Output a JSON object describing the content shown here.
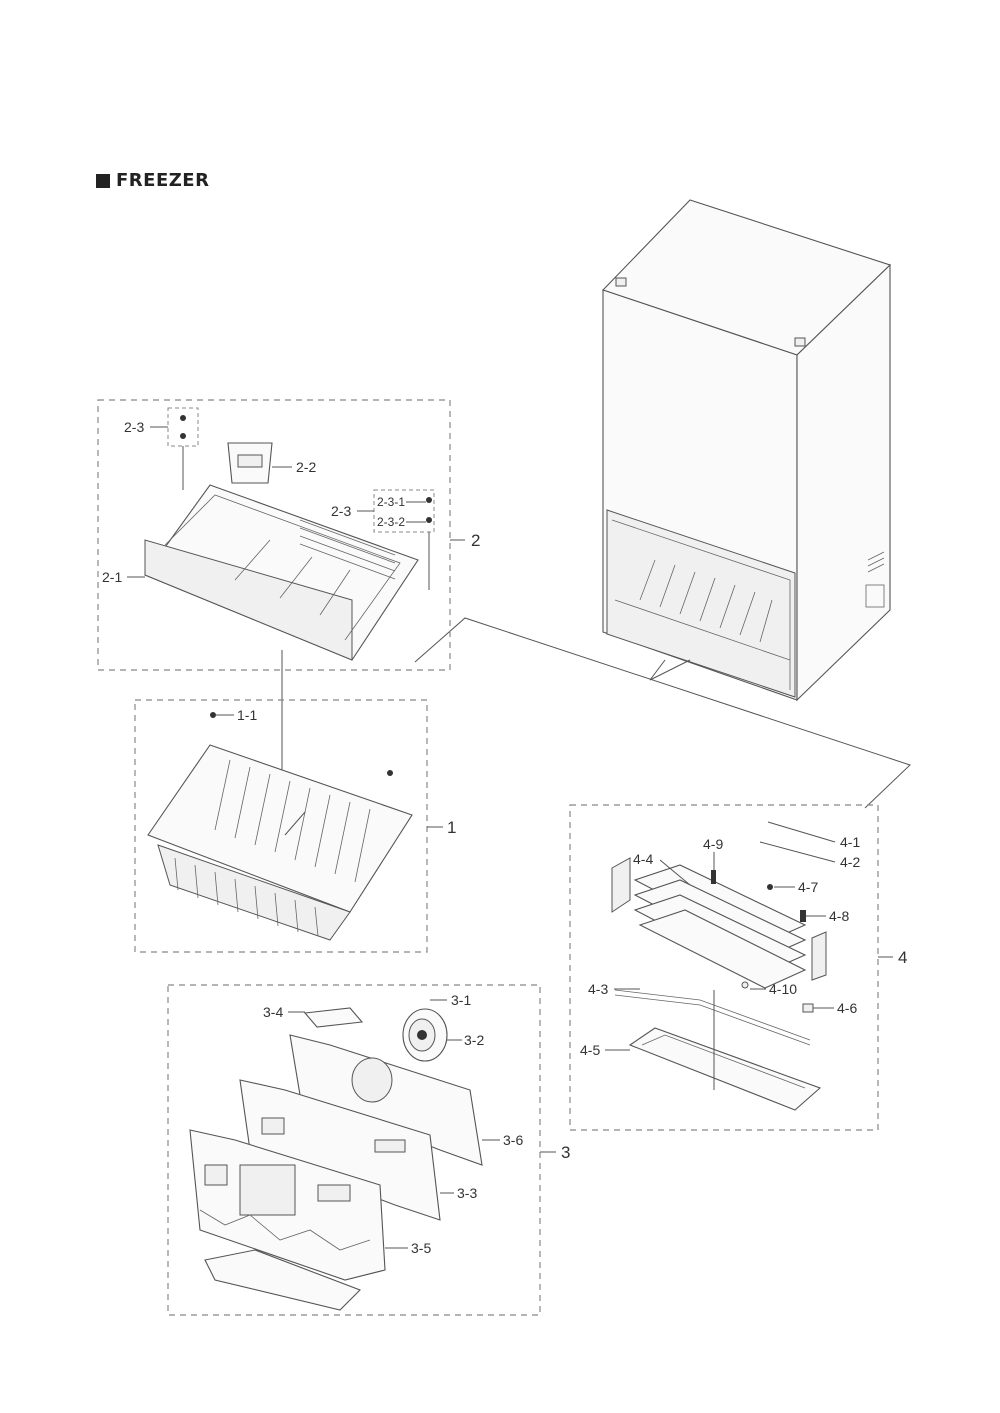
{
  "section_title": "FREEZER",
  "labels": {
    "l2_3a": "2-3",
    "l2_2": "2-2",
    "l2_3b": "2-3",
    "l2_3_1": "2-3-1",
    "l2_3_2": "2-3-2",
    "l2_1": "2-1",
    "g2": "2",
    "l1_1": "1-1",
    "g1": "1",
    "l4_1": "4-1",
    "l4_2": "4-2",
    "l4_4": "4-4",
    "l4_9": "4-9",
    "l4_7": "4-7",
    "l4_8": "4-8",
    "g4": "4",
    "l4_3": "4-3",
    "l4_10": "4-10",
    "l4_6": "4-6",
    "l4_5": "4-5",
    "l3_4": "3-4",
    "l3_1": "3-1",
    "l3_2": "3-2",
    "l3_6": "3-6",
    "g3": "3",
    "l3_3": "3-3",
    "l3_5": "3-5"
  }
}
